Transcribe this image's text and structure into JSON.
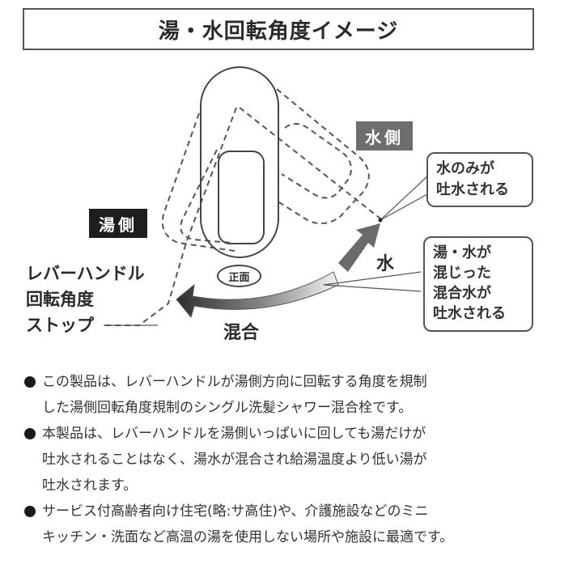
{
  "title": "湯・水回転角度イメージ",
  "diagram": {
    "tags": {
      "water_side": "水側",
      "hot_side": "湯側"
    },
    "front_badge": "正面",
    "callouts": {
      "water_only": [
        "水のみが",
        "吐水される"
      ],
      "mixed": [
        "湯・水が",
        "混じった",
        "混合水が",
        "吐水される"
      ]
    },
    "labels": {
      "stop": [
        "レバーハンドル",
        "回転角度",
        "ストップ"
      ],
      "water": "水",
      "mix": "混合"
    },
    "colors": {
      "outline": "#444444",
      "dashed": "#555555",
      "arrow_dark": "#3a3a3a",
      "arrow_water": "#6a6a6a",
      "water_tag_bg": "#6e6e6e",
      "hot_tag_bg": "#1e1e1e"
    }
  },
  "notes": [
    {
      "bullet": "●",
      "lines": [
        "この製品は、レバーハンドルが湯側方向に回転する角度を規制",
        "した湯側回転角度規制のシングル洗髪シャワー混合栓です。"
      ]
    },
    {
      "bullet": "●",
      "lines": [
        "本製品は、レバーハンドルを湯側いっぱいに回しても湯だけが",
        "吐水されることはなく、湯水が混合され給湯温度より低い湯が",
        "吐水されます。"
      ]
    },
    {
      "bullet": "●",
      "lines": [
        "サービス付高齢者向け住宅(略:サ高住)や、介護施設などのミニ",
        "キッチン・洗面など高温の湯を使用しない場所や施設に最適です。"
      ]
    }
  ]
}
